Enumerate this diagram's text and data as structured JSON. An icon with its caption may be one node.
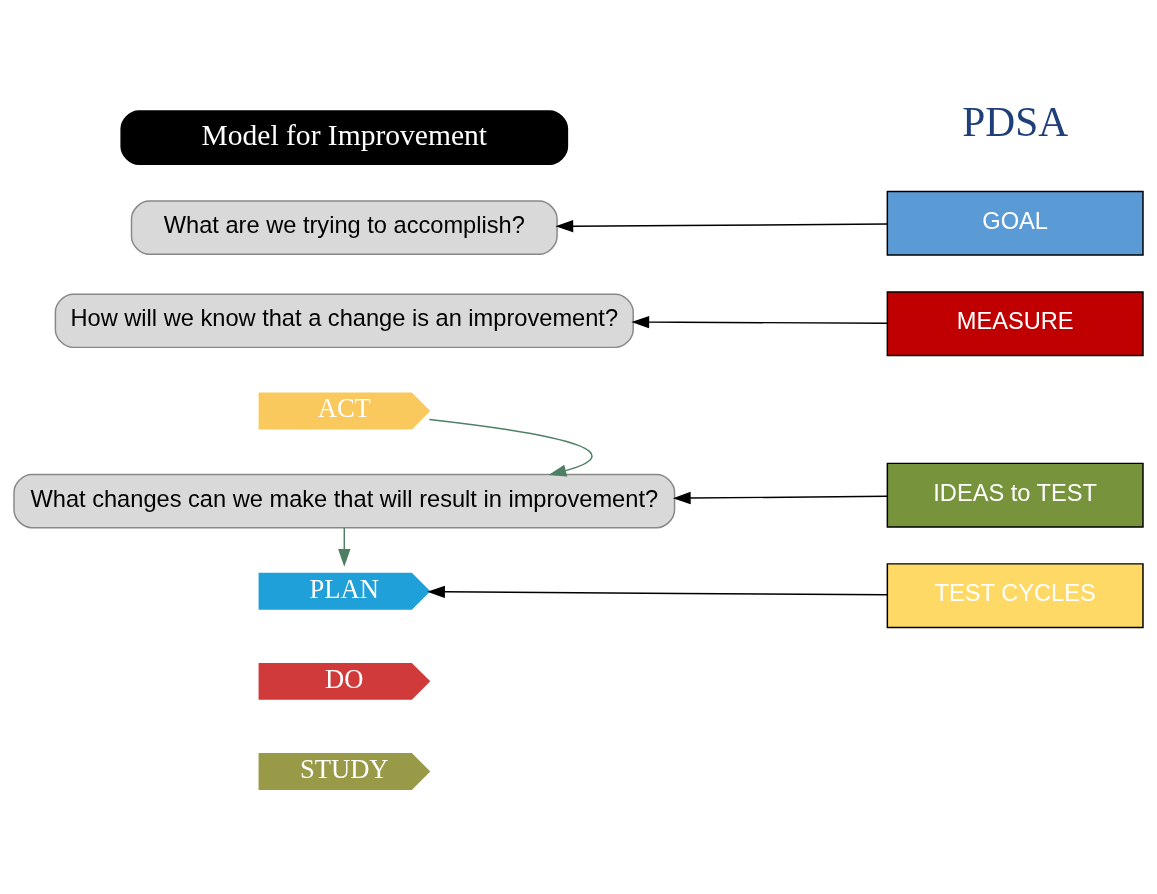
{
  "diagram": {
    "nodes": [
      {
        "text": [
          "Model for Improvement"
        ]
      },
      {
        "text": [
          "What are we trying to accomplish?"
        ]
      },
      {
        "text": [
          "How will we know that a change is an improvement?"
        ]
      },
      {
        "text": [
          "What changes can we make that will result in improvement?"
        ]
      },
      {
        "text": [
          "GOAL"
        ]
      },
      {
        "text": [
          "MEASURE"
        ]
      },
      {
        "text": [
          "IDEAS to TEST"
        ]
      },
      {
        "text": [
          "TEST CYCLES"
        ]
      },
      {
        "text": [
          "ACT"
        ]
      },
      {
        "text": [
          "PLAN"
        ]
      },
      {
        "text": [
          "DO"
        ]
      },
      {
        "text": [
          "STUDY"
        ]
      }
    ],
    "edges": [
      {
        "from": 4,
        "to": 1,
        "arrow": "to"
      },
      {
        "from": 5,
        "to": 2,
        "arrow": "to"
      },
      {
        "from": 6,
        "to": 3,
        "arrow": "to"
      },
      {
        "from": 8,
        "to": 3,
        "arrow": "to",
        "color": "#4f7f63"
      },
      {
        "from": 3,
        "to": 9,
        "arrow": "to",
        "color": "#4f7f63"
      },
      {
        "from": 7,
        "to": 9,
        "arrow": "to"
      }
    ],
    "labels": [
      "PDSA"
    ]
  }
}
